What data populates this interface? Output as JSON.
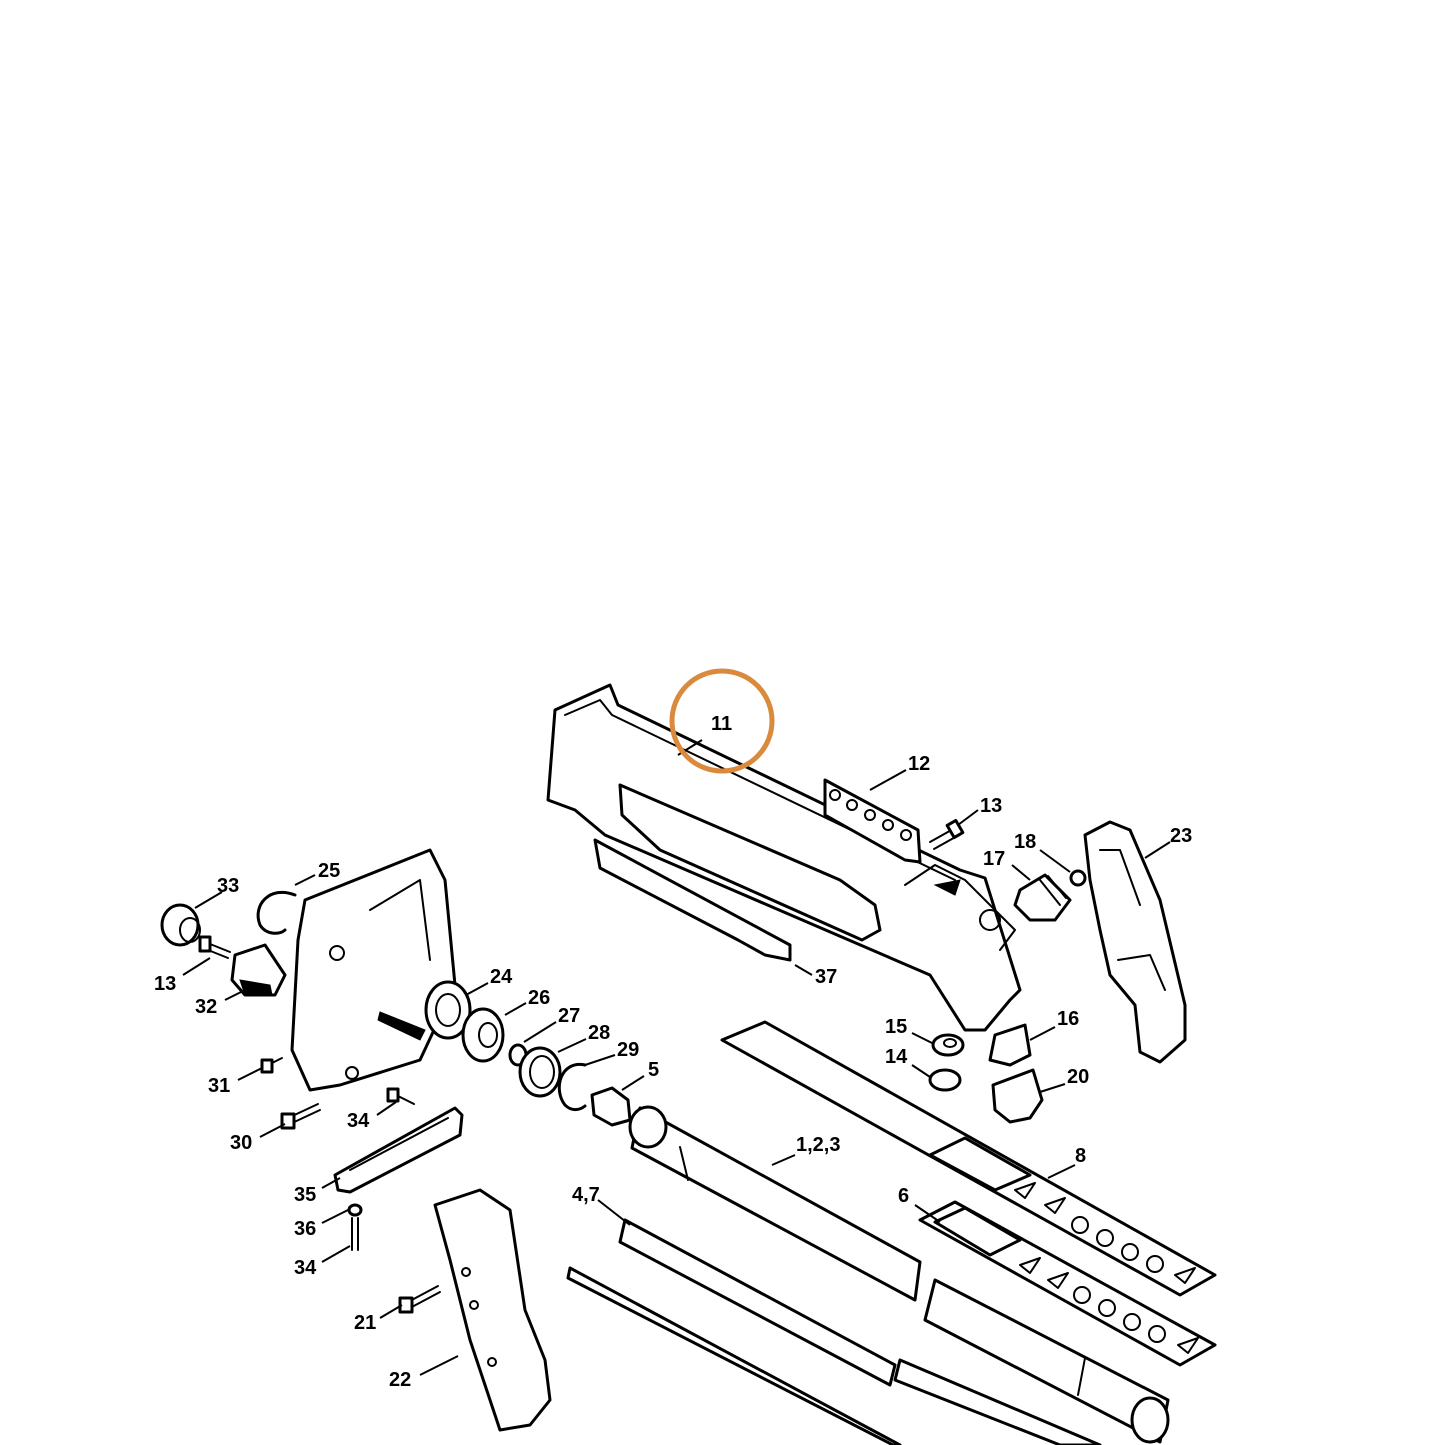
{
  "highlight": {
    "part_number": "11",
    "color": "#D98A3D"
  },
  "callouts": {
    "c1": "1,2,3",
    "c4": "4,7",
    "c5": "5",
    "c6": "6",
    "c8": "8",
    "c11": "11",
    "c12": "12",
    "c13a": "13",
    "c13b": "13",
    "c14": "14",
    "c15": "15",
    "c16": "16",
    "c17": "17",
    "c18": "18",
    "c20": "20",
    "c21": "21",
    "c22": "22",
    "c23": "23",
    "c24": "24",
    "c25": "25",
    "c26": "26",
    "c27": "27",
    "c28": "28",
    "c29": "29",
    "c30": "30",
    "c31": "31",
    "c32": "32",
    "c33": "33",
    "c34a": "34",
    "c34b": "34",
    "c35": "35",
    "c36": "36",
    "c37": "37"
  }
}
